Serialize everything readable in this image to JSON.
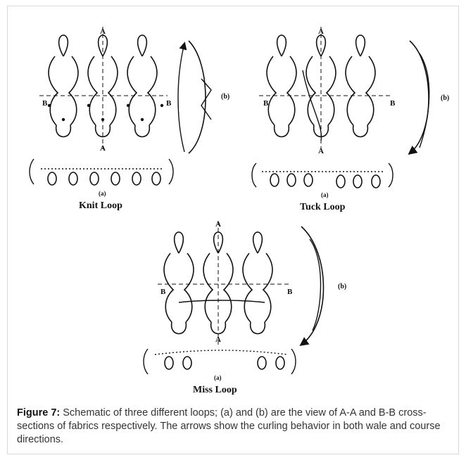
{
  "panels": {
    "knit": {
      "title": "Knit Loop",
      "a_label": "(a)",
      "b_label": "(b)"
    },
    "tuck": {
      "title": "Tuck Loop",
      "a_label": "(a)",
      "b_label": "(b)"
    },
    "miss": {
      "title": "Miss Loop",
      "a_label": "(a)",
      "b_label": "(b)"
    }
  },
  "section_labels": {
    "a": "A",
    "b": "B"
  },
  "caption": {
    "label": "Figure 7:",
    "text": " Schematic of three different loops; (a) and (b) are the view of A-A and B-B cross-sections of fabrics respectively. The arrows show the curling behavior in both wale and course directions."
  },
  "colors": {
    "ink": "#111111",
    "caption_text": "#333333",
    "border": "#d9d9d9"
  }
}
